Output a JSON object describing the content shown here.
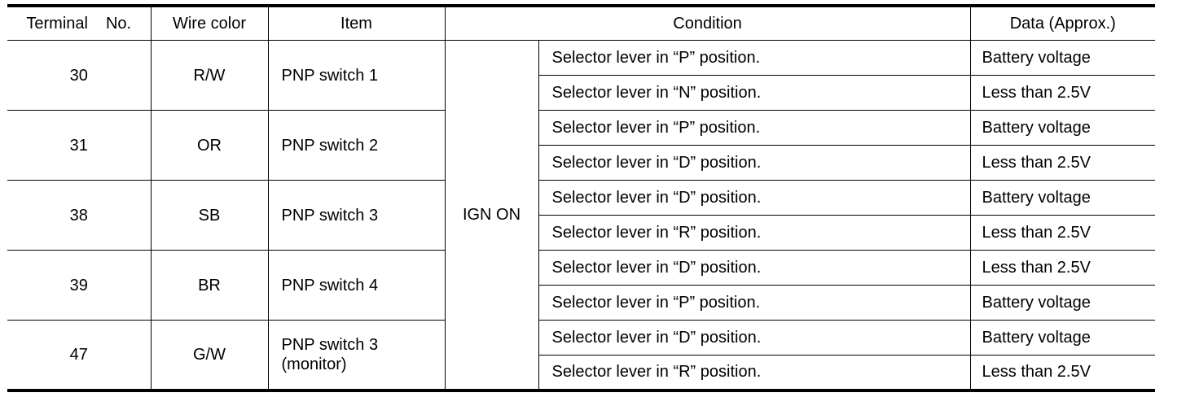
{
  "headers": {
    "terminal": "Terminal",
    "terminal_no": "No.",
    "wire_color": "Wire color",
    "item": "Item",
    "condition": "Condition",
    "data": "Data (Approx.)"
  },
  "ign": "IGN ON",
  "groups": [
    {
      "terminal": "30",
      "wire": "R/W",
      "item": "PNP switch 1",
      "item2": "",
      "rows": [
        {
          "condition": "Selector lever in “P” position.",
          "data": "Battery voltage"
        },
        {
          "condition": "Selector lever in “N” position.",
          "data": "Less than 2.5V"
        }
      ]
    },
    {
      "terminal": "31",
      "wire": "OR",
      "item": "PNP switch 2",
      "item2": "",
      "rows": [
        {
          "condition": "Selector lever in “P” position.",
          "data": "Battery voltage"
        },
        {
          "condition": "Selector lever in “D” position.",
          "data": "Less than 2.5V"
        }
      ]
    },
    {
      "terminal": "38",
      "wire": "SB",
      "item": "PNP switch 3",
      "item2": "",
      "rows": [
        {
          "condition": "Selector lever in “D” position.",
          "data": "Battery voltage"
        },
        {
          "condition": "Selector lever in “R” position.",
          "data": "Less than 2.5V"
        }
      ]
    },
    {
      "terminal": "39",
      "wire": "BR",
      "item": "PNP switch 4",
      "item2": "",
      "rows": [
        {
          "condition": "Selector lever in “D” position.",
          "data": "Less than 2.5V"
        },
        {
          "condition": "Selector lever in “P” position.",
          "data": "Battery voltage"
        }
      ]
    },
    {
      "terminal": "47",
      "wire": "G/W",
      "item": "PNP switch 3",
      "item2": "(monitor)",
      "rows": [
        {
          "condition": "Selector lever in “D” position.",
          "data": "Battery voltage"
        },
        {
          "condition": "Selector lever in “R” position.",
          "data": "Less than 2.5V"
        }
      ]
    }
  ]
}
